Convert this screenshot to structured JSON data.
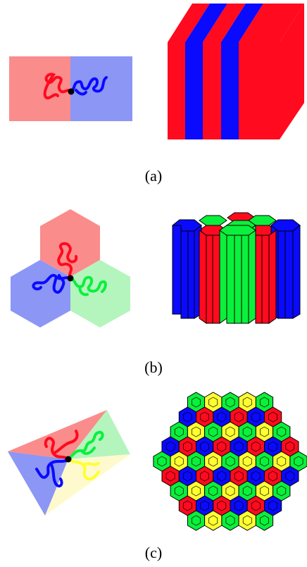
{
  "colors": {
    "red": "#ff0a1e",
    "blue": "#0a0aff",
    "green": "#0af03c",
    "yellow": "#ffff32",
    "light_red": "#fa8c8c",
    "light_blue": "#8c96f5",
    "light_green": "#b4f5be",
    "light_yellow": "#fffacd",
    "junction": "#000000"
  },
  "panels": [
    {
      "id": "a",
      "caption": "(a)"
    },
    {
      "id": "b",
      "caption": "(b)"
    },
    {
      "id": "c",
      "caption": "(c)"
    }
  ]
}
